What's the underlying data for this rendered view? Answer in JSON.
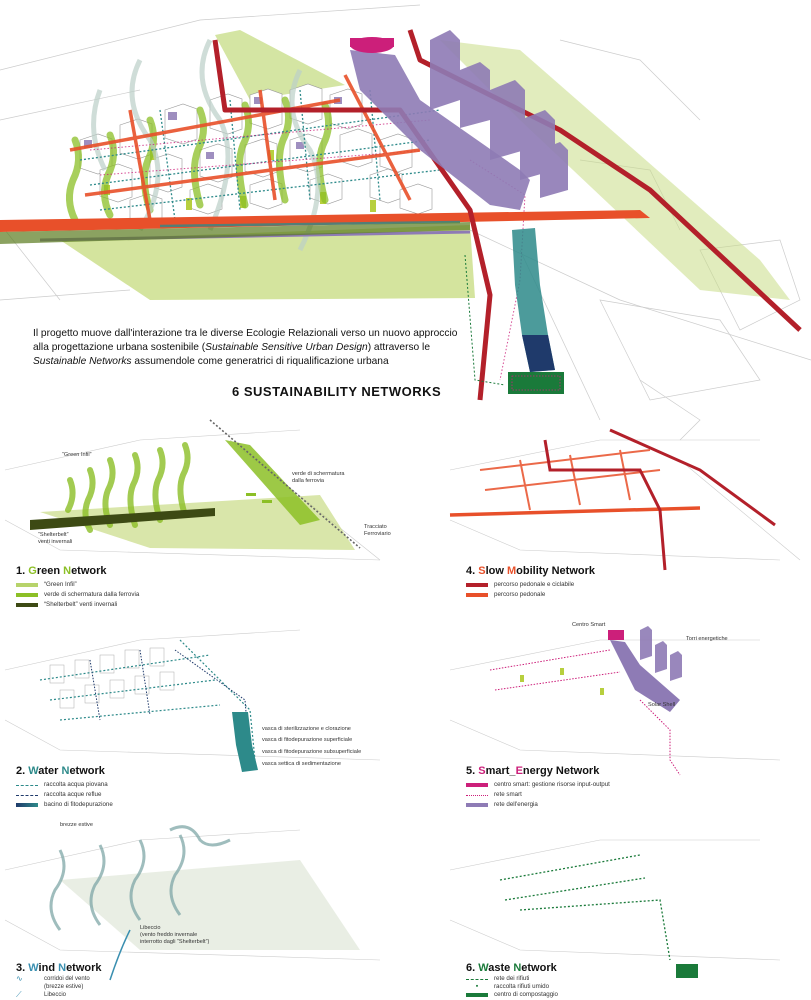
{
  "intro": {
    "p1": "Il progetto muove dall'interazione tra le diverse Ecologie Relazionali verso un nuovo approccio alla progettazione urbana sostenibile (",
    "p1_italic": "Sustainable Sensitive Urban Design",
    "p2": ") attraverso le ",
    "p2_italic": "Sustainable Networks",
    "p3": " assumendole come generatrici di riqualificazione urbana"
  },
  "headline": "6 SUSTAINABILITY  NETWORKS",
  "colors": {
    "green": "#9bc43a",
    "dark_green": "#3d4a14",
    "light_green": "#c9dc86",
    "red": "#b3202a",
    "orange": "#e8502a",
    "teal": "#2d8a8a",
    "navy": "#1f3a6b",
    "magenta": "#cc1f7a",
    "purple": "#8e7bb5",
    "waste": "#1a7a3a"
  },
  "networks": [
    {
      "num": "1.",
      "first": "G",
      "rest": "reen ",
      "first2": "N",
      "rest2": "etwork",
      "accent": "#8cbf26",
      "legend": [
        "“Green Infil”",
        "verde di schermatura dalla ferrovia",
        "“Shelterbelt” venti invernali"
      ],
      "labels": [
        "“Green Infil”",
        "verde di schermatura",
        "dalla ferrovia",
        "Tracciato",
        "Ferroviario",
        "“Shelterbelt”",
        "venti invernali"
      ]
    },
    {
      "num": "4.",
      "first": "S",
      "rest": "low ",
      "first2": "M",
      "rest2": "obility Network",
      "accent": "#e8502a",
      "legend": [
        "percorso pedonale e ciclabile",
        "percorso pedonale"
      ]
    },
    {
      "num": "2.",
      "first": "W",
      "rest": "ater ",
      "first2": "N",
      "rest2": "etwork",
      "accent": "#2d8a8a",
      "legend": [
        "raccolta acqua piovana",
        "raccolta  acque reflue",
        "bacino di fitodepurazione"
      ],
      "labels": [
        "vasca di sterilizzazione e clorazione",
        "vasca di fitodepurazione superficiale",
        "vasca di fitodepurazione subsuperficiale",
        "vasca settica di sedimentazione"
      ]
    },
    {
      "num": "5.",
      "first": "S",
      "rest": "mart_",
      "first2": "E",
      "rest2": "nergy Network",
      "accent": "#cc1f7a",
      "legend": [
        "centro smart: gestione risorse input-output",
        "rete smart",
        "rete dell'energia"
      ],
      "labels": [
        "Centro Smart",
        "Torri energetiche",
        "Solar Shell"
      ]
    },
    {
      "num": "3.",
      "first": "W",
      "rest": "ind ",
      "first2": "N",
      "rest2": "etwork",
      "accent": "#3a8fb0",
      "legend": [
        "corridoi del vento",
        "(brezze estive)",
        "Libeccio"
      ],
      "labels": [
        "brezze estive",
        "Libeccio",
        "(vento freddo invernale",
        "interrotto dagli “Shelterbelt”)"
      ]
    },
    {
      "num": "6.",
      "first": "W",
      "rest": "aste ",
      "first2": "N",
      "rest2": "etwork",
      "accent": "#1a7a3a",
      "legend": [
        "rete dei rifiuti",
        "raccolta rifiuti umido",
        "centro di compostaggio"
      ]
    }
  ]
}
